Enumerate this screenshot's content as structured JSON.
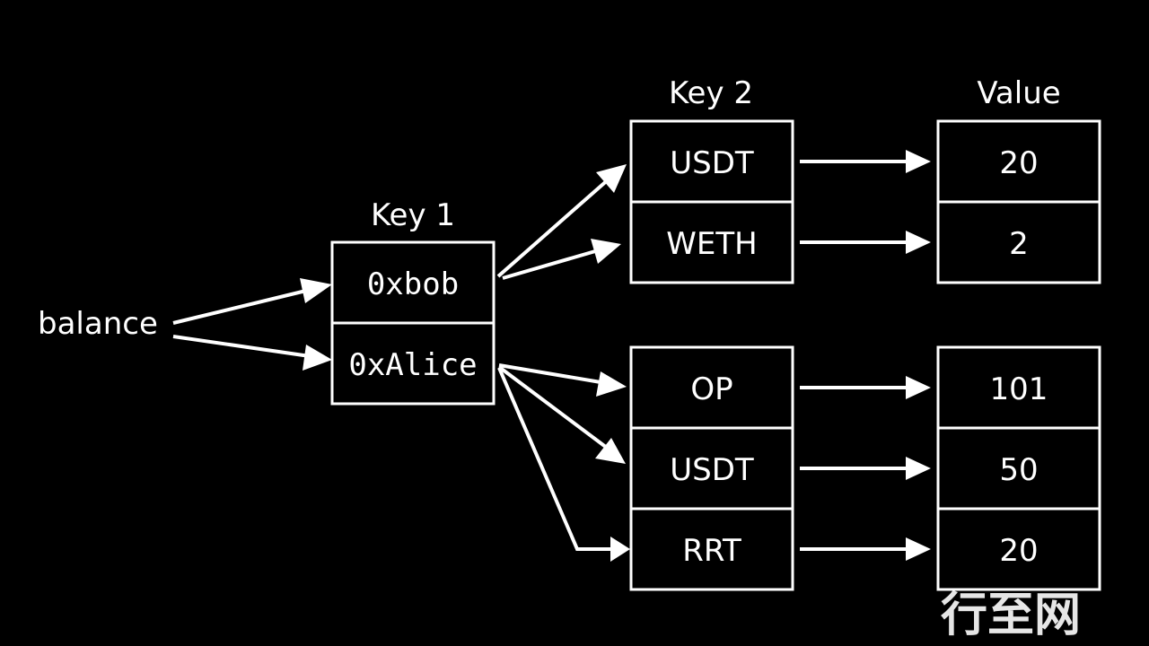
{
  "root_label": "balance",
  "headers": {
    "key1": "Key 1",
    "key2": "Key 2",
    "value": "Value"
  },
  "key1": [
    "0xbob",
    "0xAlice"
  ],
  "bob": {
    "keys": [
      "USDT",
      "WETH"
    ],
    "values": [
      "20",
      "2"
    ]
  },
  "alice": {
    "keys": [
      "OP",
      "USDT",
      "RRT"
    ],
    "values": [
      "101",
      "50",
      "20"
    ]
  },
  "watermark": "行至网",
  "colors": {
    "background": "#000000",
    "foreground": "#ffffff"
  }
}
